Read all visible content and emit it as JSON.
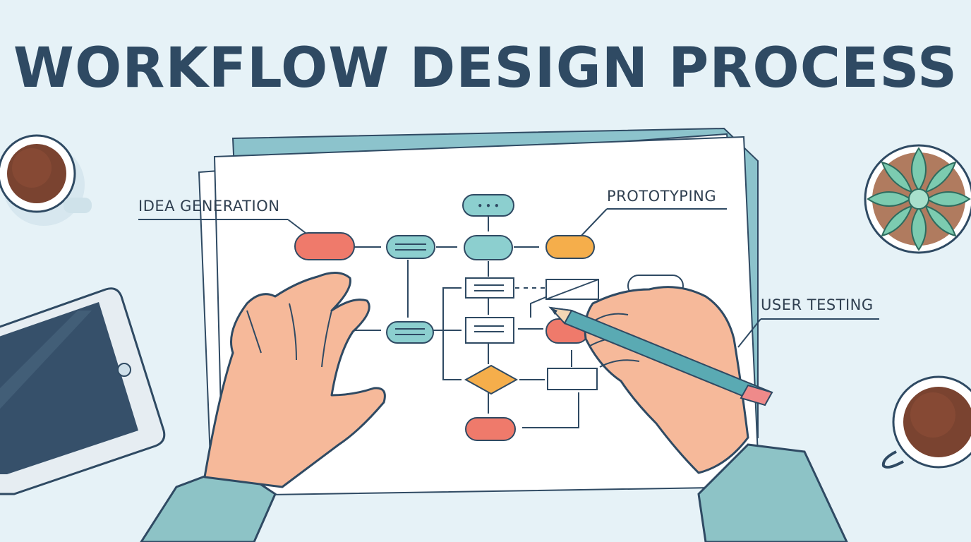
{
  "title": "WORKFLOW DESIGN PROCESS",
  "labels": {
    "idea_generation": "IDEA GENERATION",
    "prototyping": "PROTOTYPING",
    "user_testing": "USER TESTING"
  },
  "flow_node_text": "• • •",
  "colors": {
    "background": "#e6f2f7",
    "title": "#2f4a63",
    "node_red": "#ef7a6b",
    "node_teal": "#8ccfcf",
    "node_orange": "#f5ae4b",
    "skin": "#f6b99a",
    "sleeve": "#8dc3c6"
  }
}
